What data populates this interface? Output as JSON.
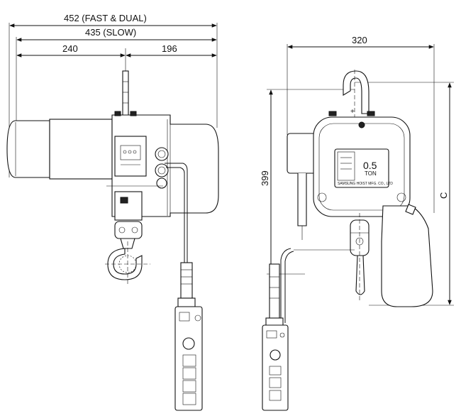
{
  "dimensions": {
    "width_fast_dual": "452 (FAST & DUAL)",
    "width_slow": "435 (SLOW)",
    "left_part": "240",
    "right_part": "196",
    "side_width": "320",
    "height": "399",
    "height_c": "C"
  },
  "nameplate": {
    "capacity": "0.5",
    "unit": "TON",
    "maker": "SAMSUNG HOIST MFG. CO., LTD"
  },
  "icons": {
    "front_view": "hoist-front-view-icon",
    "side_view": "hoist-side-view-icon",
    "pendant": "pendant-switch-icon"
  }
}
